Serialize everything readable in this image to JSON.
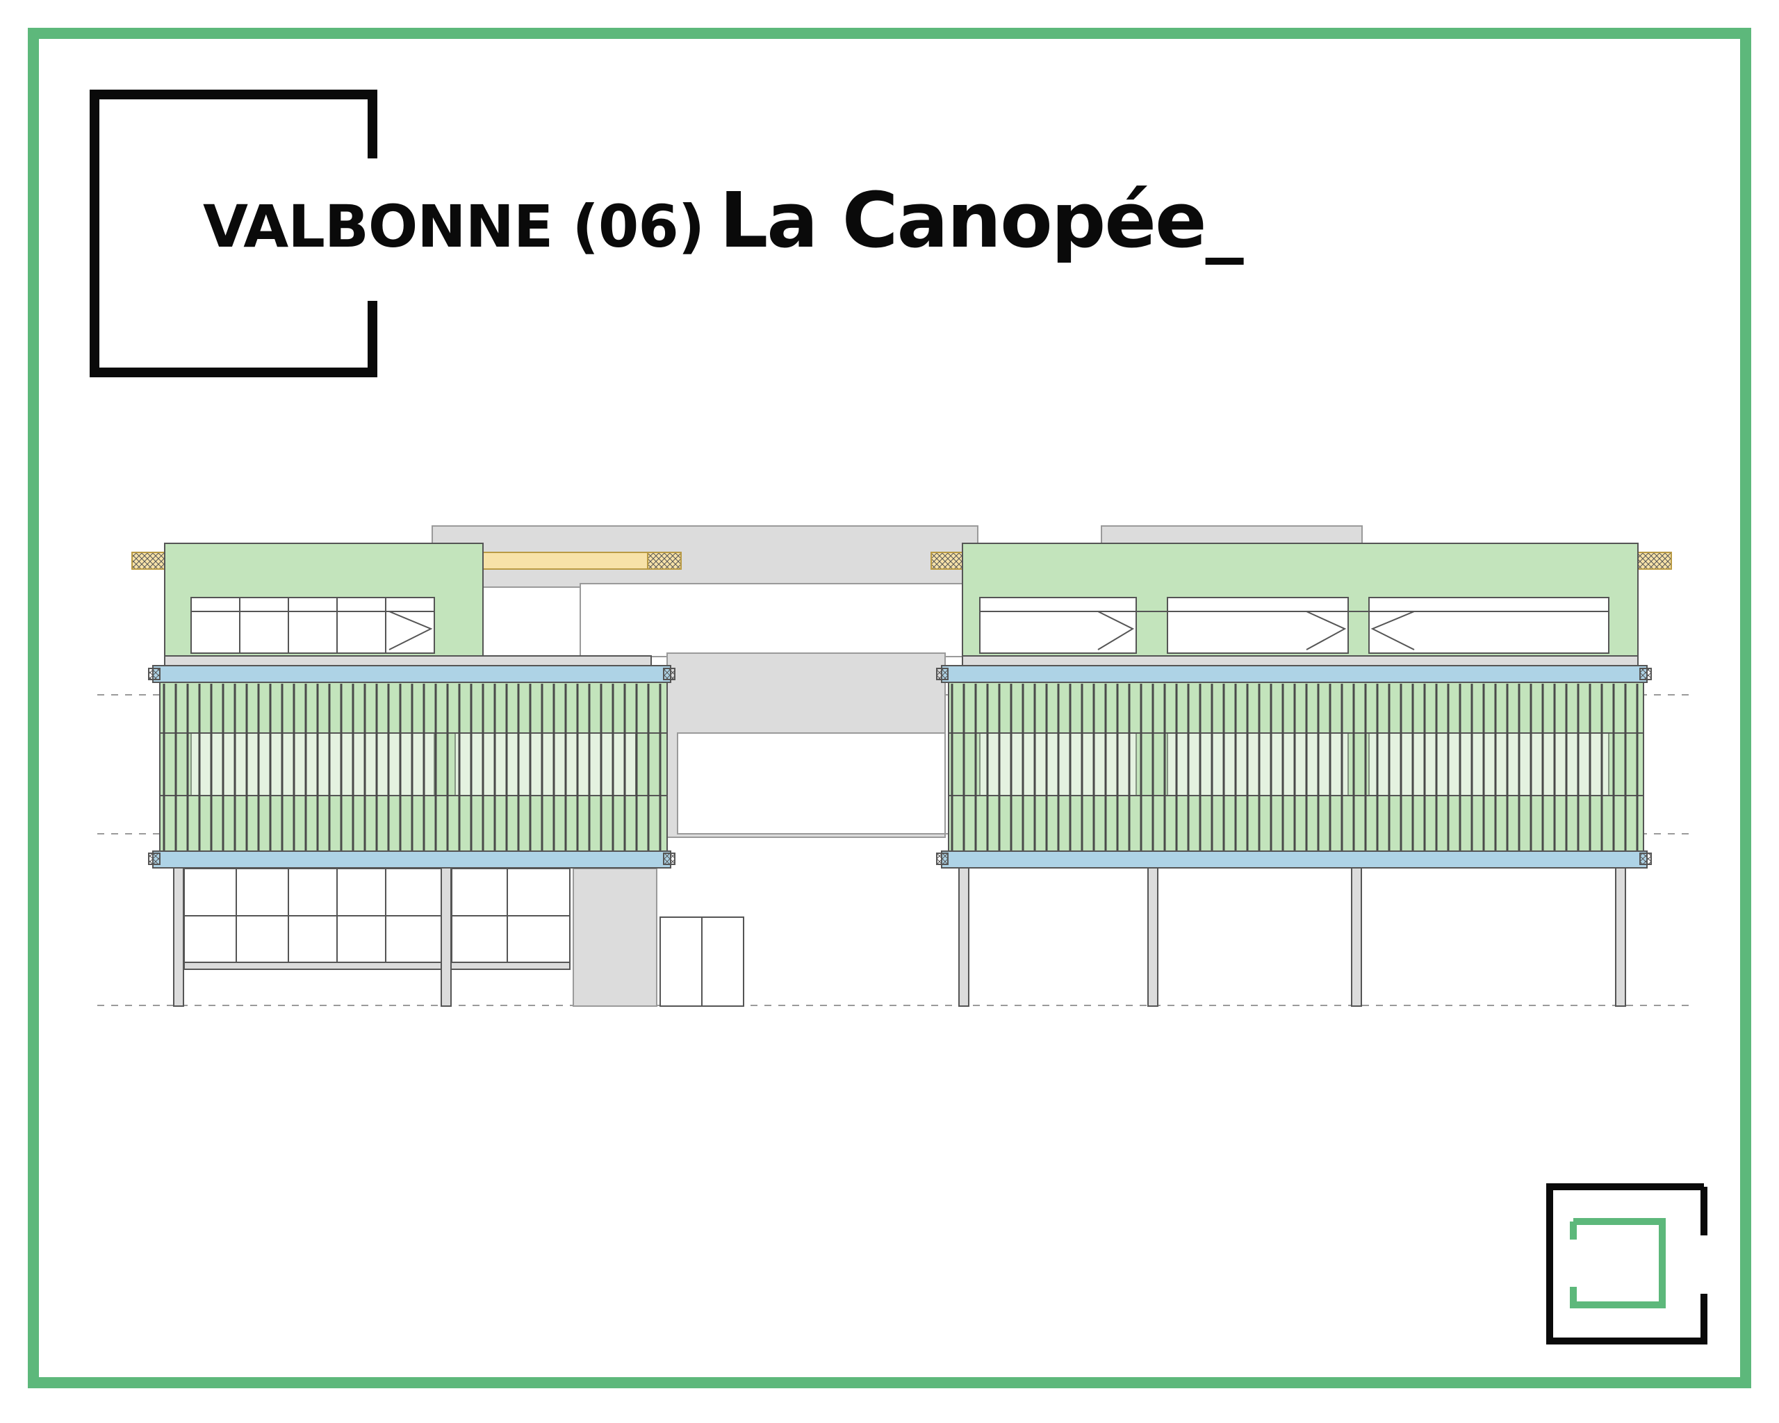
{
  "title": {
    "location": "VALBONNE (06)",
    "project": "La Canopée_"
  },
  "colors": {
    "frame": "#5db87b",
    "facade_green": "#c3e4bc",
    "balcony_blue": "#aed3e6",
    "roof_timber": "#f7e2a8",
    "concrete": "#dcdcdc",
    "line": "#555555"
  },
  "icons": {
    "title_bracket": "open-square-bracket",
    "logo": "nested-square-logo"
  }
}
